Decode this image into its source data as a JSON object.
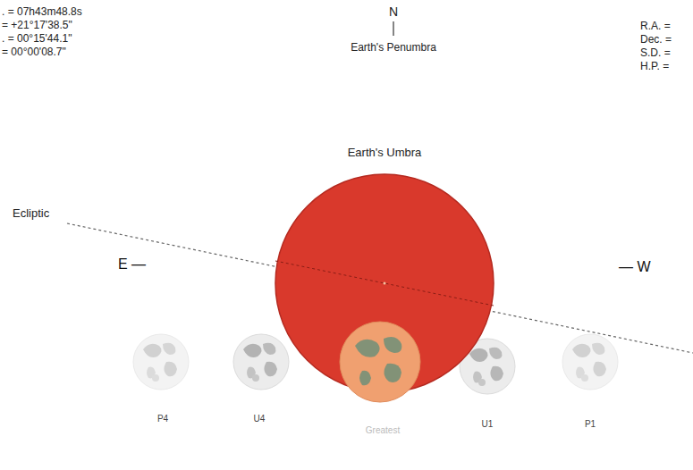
{
  "diagram": {
    "nodes": [
      {
        "text": [
          "Earth's Umbra"
        ]
      }
    ],
    "labels": [
      ". = 07h43m48.8s",
      "= +21°17'38.5\"",
      ". = 00°15'44.1\"",
      "= 00°00'08.7\"",
      "N",
      "Earth's Penumbra",
      "R.A. =",
      "Dec. =",
      "S.D. =",
      "H.P. =",
      "Ecliptic",
      "E —",
      "— W",
      "P4",
      "U4",
      "Greatest",
      "U1",
      "P1"
    ]
  }
}
